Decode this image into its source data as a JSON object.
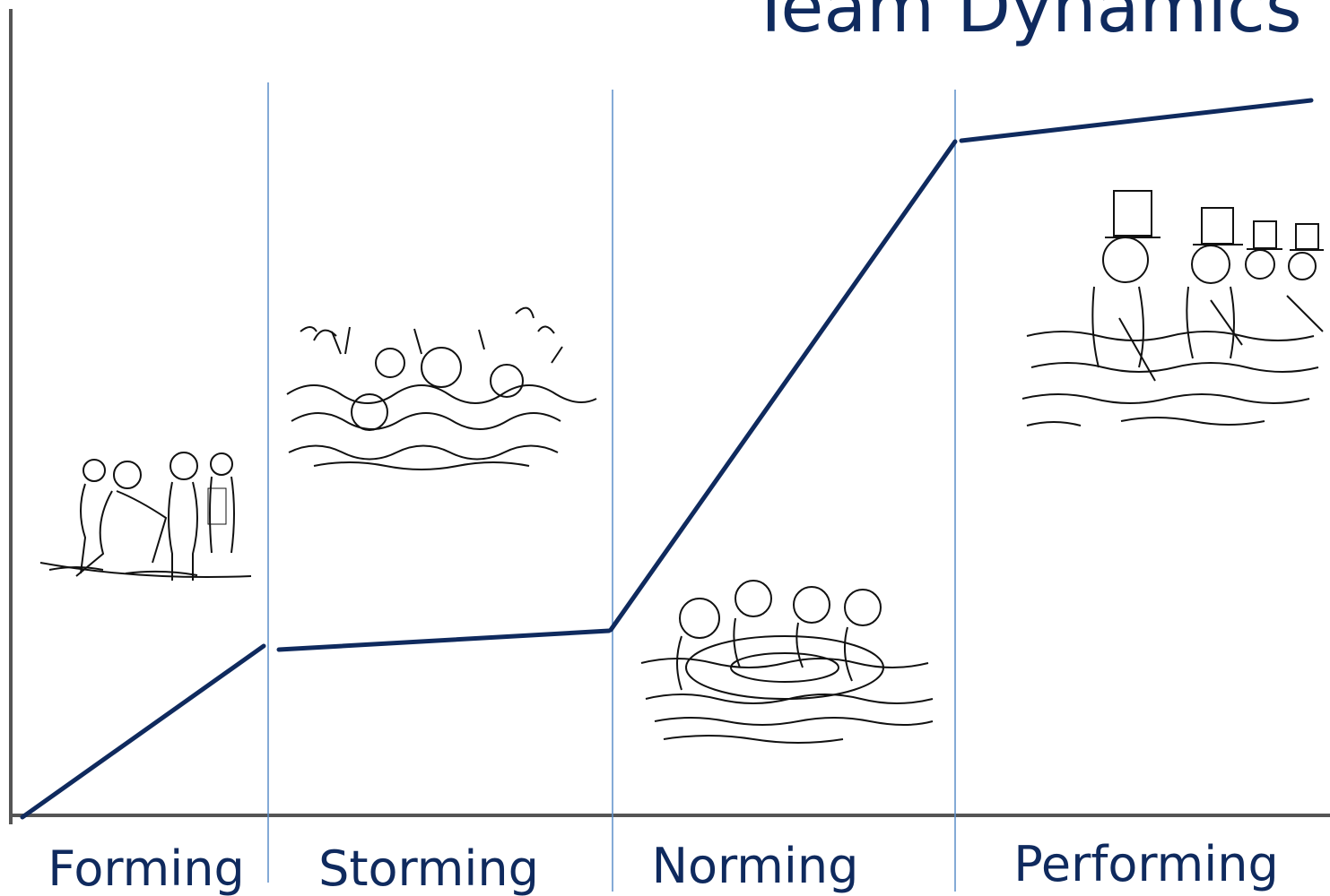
{
  "title": "Team Dynamics",
  "stages": [
    {
      "label": "Forming"
    },
    {
      "label": "Storming"
    },
    {
      "label": "Norming"
    },
    {
      "label": "Performing"
    }
  ],
  "colors": {
    "curve": "#0f2a5e",
    "text": "#0f2a5e",
    "axis": "#555555",
    "divider": "#5b8dc8",
    "ink": "#111111"
  }
}
